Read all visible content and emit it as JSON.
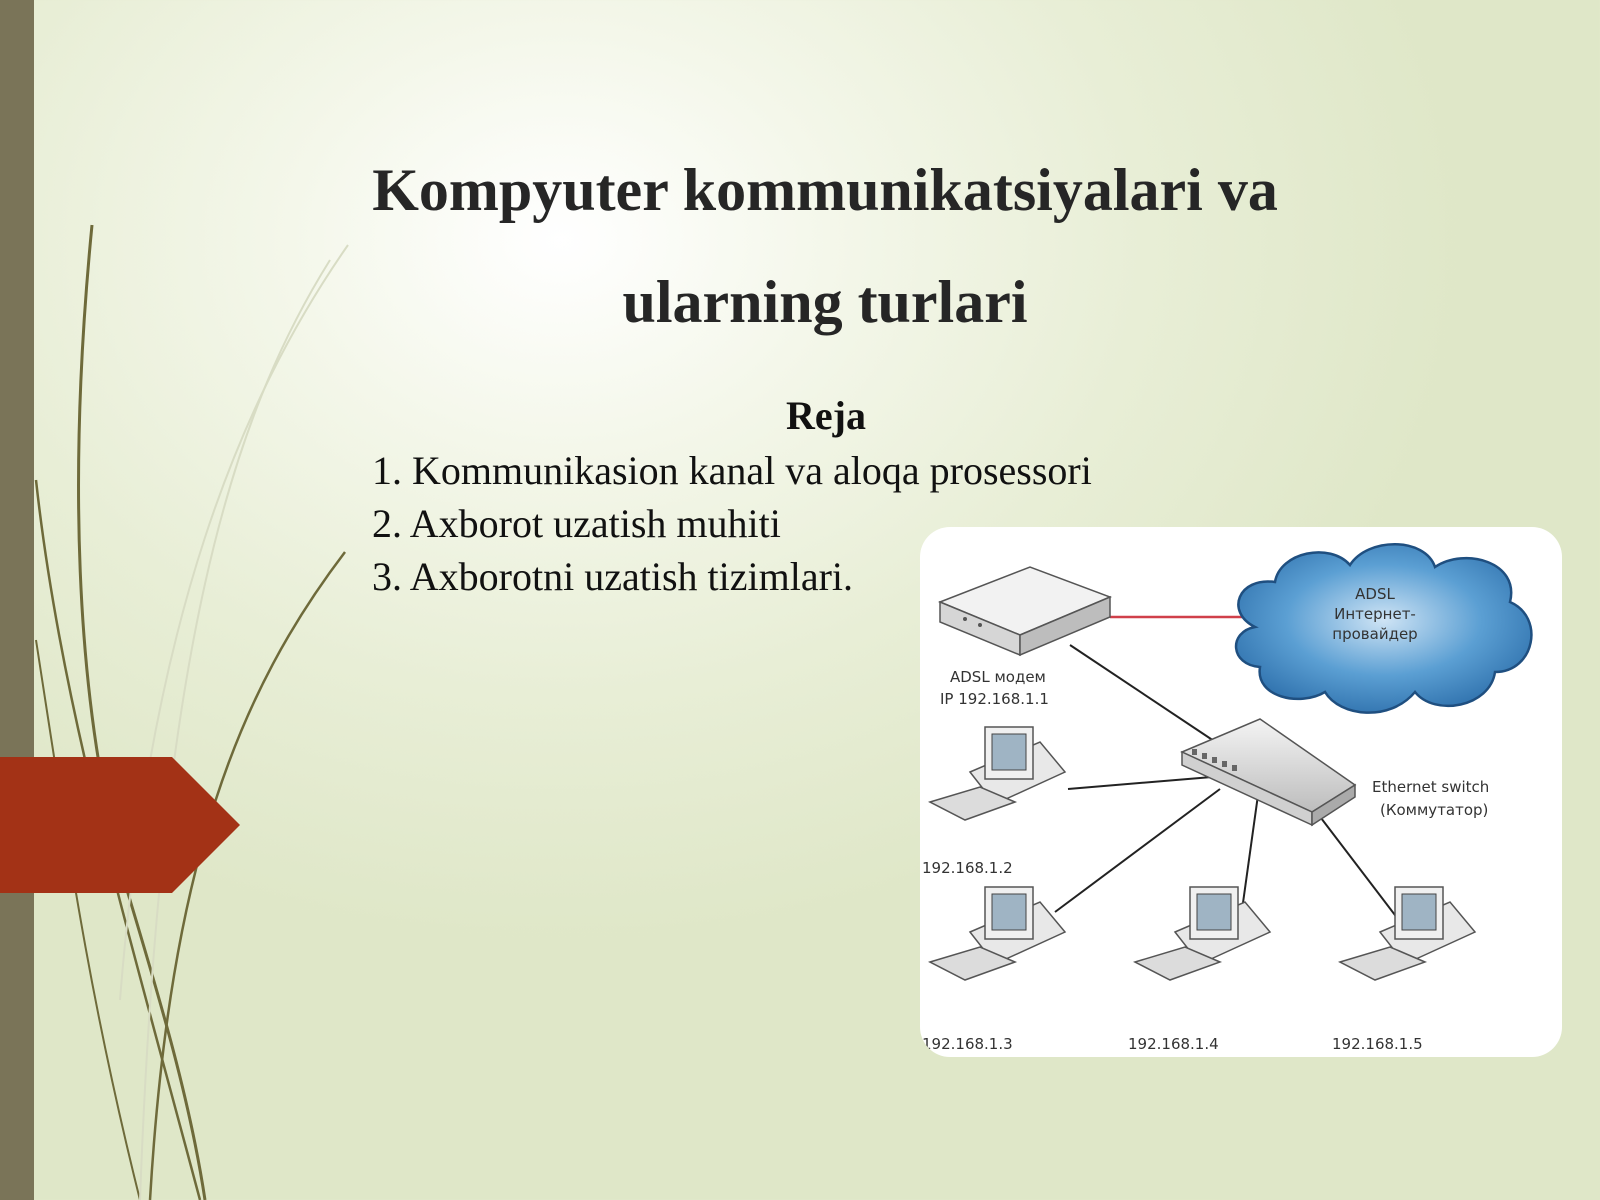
{
  "slide": {
    "title_line1": "Kompyuter kommunikatsiyalari va",
    "title_line2": "ularning turlari",
    "subtitle": "Reja",
    "plan_items": [
      "1. Kommunikasion kanal va aloqa prosessori",
      "2. Axborot uzatish muhiti",
      "3. Axborotni uzatish tizimlari."
    ]
  },
  "diagram": {
    "cloud_label": [
      "ADSL",
      "Интернет-",
      "провайдер"
    ],
    "modem_label": [
      "ADSL модем",
      "IP 192.168.1.1"
    ],
    "switch_label": [
      "Ethernet switch",
      "(Коммутатор)"
    ],
    "pc_labels": [
      "192.168.1.2",
      "192.168.1.3",
      "192.168.1.4",
      "192.168.1.5"
    ]
  },
  "colors": {
    "left_bar": "#7a7458",
    "red_tab": "#a33216",
    "title_text": "#262626",
    "cloud_blue": "#3d87c4",
    "modem_line": "#d0404a"
  }
}
